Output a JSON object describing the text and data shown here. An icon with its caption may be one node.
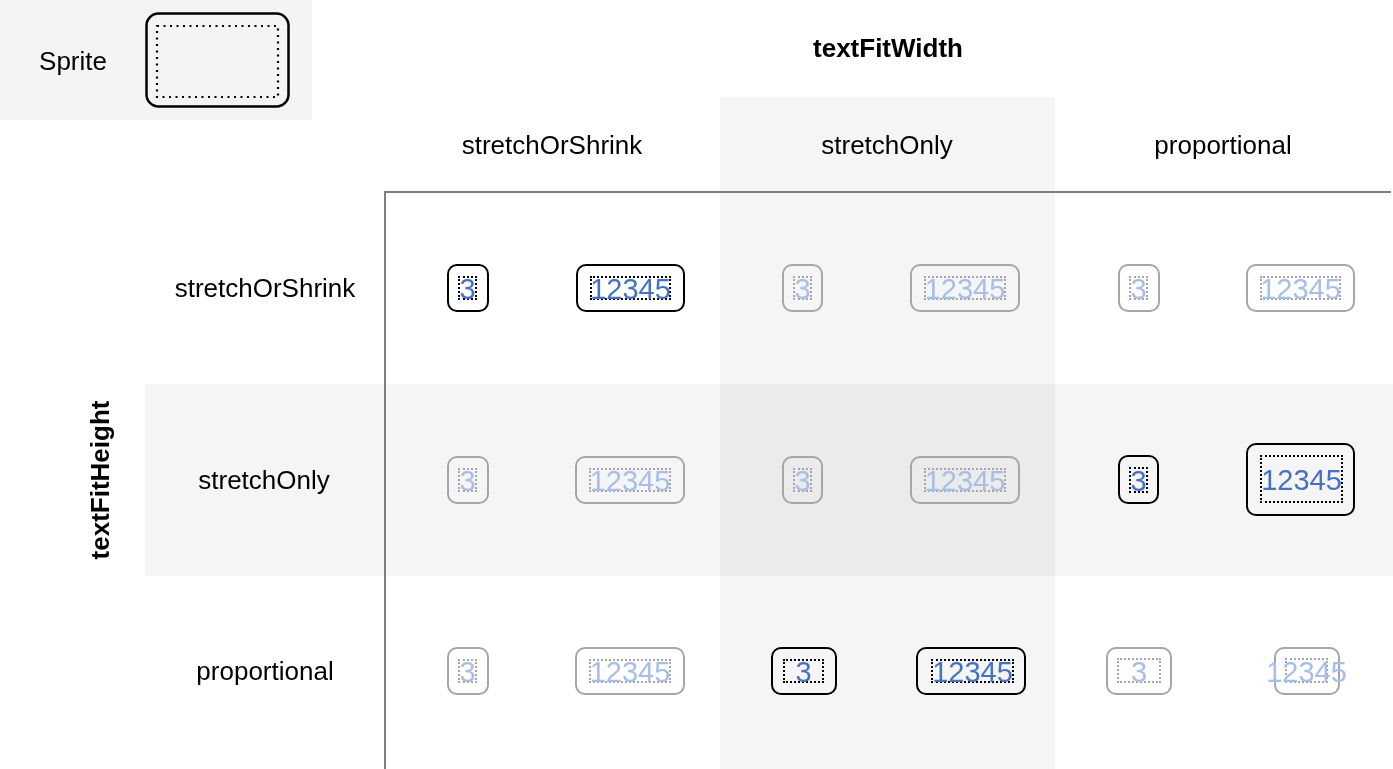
{
  "diagram": {
    "nodes": [
      {
        "text": [
          "3"
        ]
      },
      {
        "text": [
          "12345"
        ]
      },
      {
        "text": [
          "3"
        ]
      },
      {
        "text": [
          "12345"
        ]
      },
      {
        "text": [
          "3"
        ]
      },
      {
        "text": [
          "12345"
        ]
      },
      {
        "text": [
          "3"
        ]
      },
      {
        "text": [
          "12345"
        ]
      },
      {
        "text": [
          "3"
        ]
      },
      {
        "text": [
          "12345"
        ]
      },
      {
        "text": [
          "3"
        ]
      },
      {
        "text": [
          "12345"
        ]
      },
      {
        "text": [
          "3"
        ]
      },
      {
        "text": [
          "12345"
        ]
      },
      {
        "text": [
          "3"
        ]
      },
      {
        "text": [
          "12345"
        ]
      },
      {
        "text": [
          "3"
        ]
      },
      {
        "text": [
          "12345"
        ]
      }
    ],
    "edges": [],
    "labels": [
      "textFitWidth",
      "stretchOrShrink",
      "stretchOnly",
      "proportional",
      "textFitHeight",
      "stretchOrShrink",
      "stretchOnly",
      "proportional"
    ],
    "legend": [
      {
        "text": "Sprite"
      }
    ]
  }
}
